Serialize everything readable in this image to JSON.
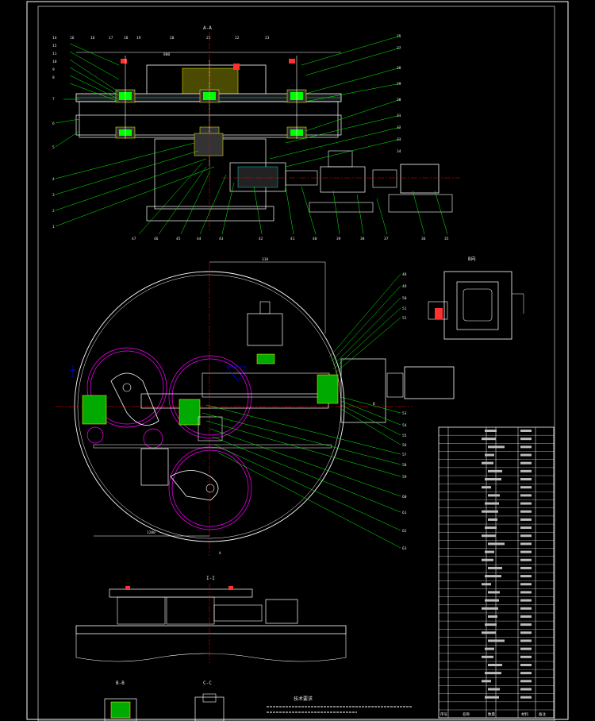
{
  "drawing": {
    "section_titles": {
      "top": "A-A",
      "right_view": "B向",
      "bottom": "I-I",
      "detail_left": "B-B",
      "detail_right": "C-C",
      "notes": "技术要求"
    },
    "section_markers": {
      "a_bottom": "A",
      "b_right": "B"
    },
    "callouts_top_left": [
      "14",
      "15",
      "11",
      "10",
      "9",
      "8",
      "7",
      "6",
      "5",
      "4",
      "3",
      "2",
      "1"
    ],
    "callouts_top_header": [
      "16",
      "16",
      "17",
      "18",
      "19",
      "20",
      "21",
      "22",
      "23",
      "24"
    ],
    "callouts_top_right": [
      "25",
      "27",
      "28",
      "29",
      "30",
      "31",
      "32",
      "33",
      "34"
    ],
    "callouts_top_bottom": [
      "47",
      "46",
      "45",
      "44",
      "43",
      "42",
      "41",
      "40",
      "39",
      "38",
      "37",
      "36",
      "35"
    ],
    "callouts_plan_right": [
      "48",
      "49",
      "50",
      "51",
      "52",
      "53",
      "54",
      "55",
      "56",
      "57",
      "58",
      "59",
      "60",
      "61",
      "62",
      "63"
    ],
    "dims": {
      "top_width": "800",
      "plan_offset": "310",
      "plan_bottom": "1200"
    },
    "bom": {
      "rows": 35,
      "footer": [
        "序号",
        "名称",
        "数量",
        "材料",
        "备注"
      ]
    },
    "colors": {
      "background": "#000000",
      "outline": "#ffffff",
      "leader": "#00ff00",
      "center": "#ff0000",
      "gear": "#ff00ff",
      "hatch": "#ffff00",
      "dimension": "#ffffff",
      "accent": "#00ffff"
    }
  }
}
